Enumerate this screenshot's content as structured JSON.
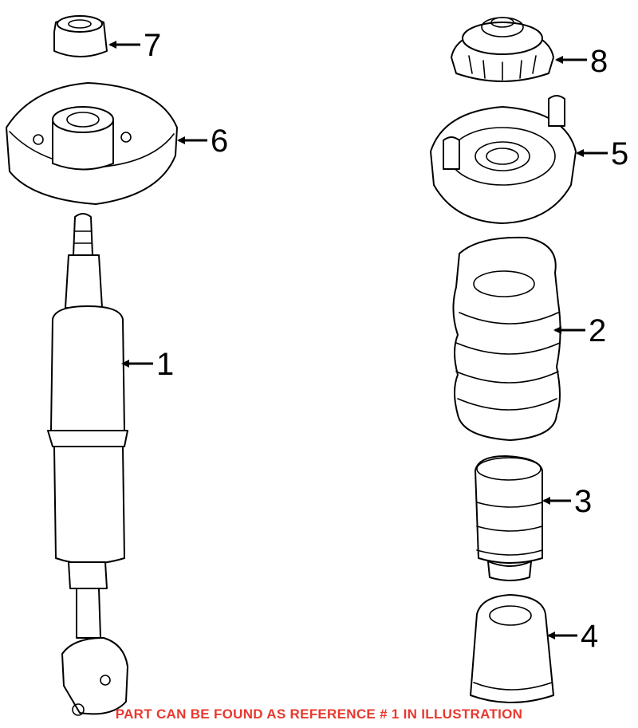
{
  "callouts": [
    {
      "id": "1",
      "label": "1"
    },
    {
      "id": "2",
      "label": "2"
    },
    {
      "id": "3",
      "label": "3"
    },
    {
      "id": "4",
      "label": "4"
    },
    {
      "id": "5",
      "label": "5"
    },
    {
      "id": "6",
      "label": "6"
    },
    {
      "id": "7",
      "label": "7"
    },
    {
      "id": "8",
      "label": "8"
    }
  ],
  "caption": {
    "text": "PART CAN BE FOUND AS REFERENCE # 1 IN ILLUSTRATION",
    "color": "#e8382f"
  }
}
